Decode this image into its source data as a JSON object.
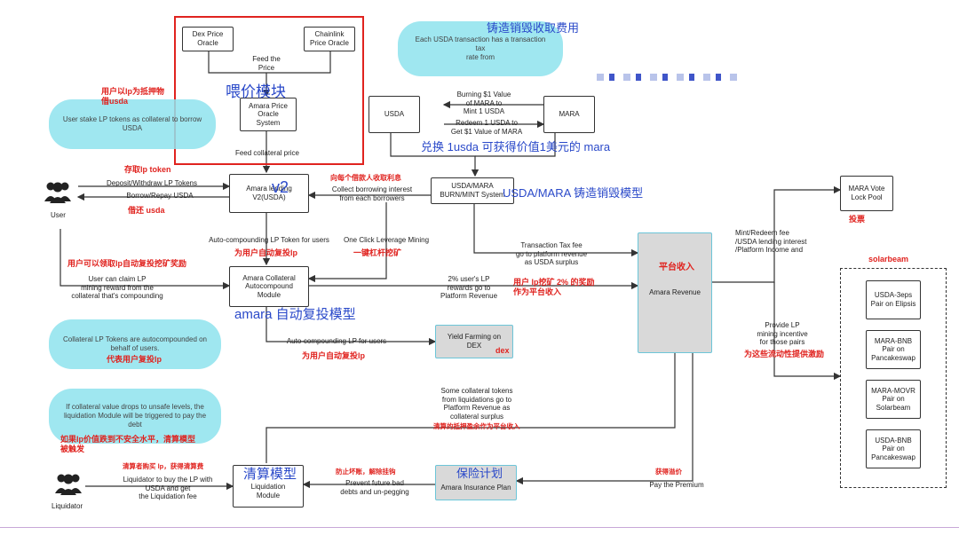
{
  "nodes": {
    "dex_oracle": "Dex Price\nOracle",
    "chainlink_oracle": "Chainlink\nPrice Oracle",
    "amara_oracle": "Amara Price\nOracle\nSystem",
    "usda": "USDA",
    "mara": "MARA",
    "lending": "Amara lending\nV2(USDA)",
    "burn_mint": "USDA/MARA\nBURN/MINT System",
    "mara_vote": "MARA Vote\nLock Pool",
    "autocompound": "Amara Collateral\nAutocompound\nModule",
    "revenue": "Amara Revenue",
    "yield": "Yield Farming on\nDEX",
    "liquidation": "Liquidation\nModule",
    "insurance": "Amara Insurance Plan",
    "pools": [
      "USDA-3eps\nPair on Elipsis",
      "MARA-BNB\nPair on\nPancakeswap",
      "MARA-MOVR\nPair on\nSolarbeam",
      "USDA-BNB\nPair on\nPancakeswap"
    ]
  },
  "bubbles": {
    "tax": "Each USDA transaction has a transaction tax\nrate from",
    "stake": "User stake LP tokens as collateral to borrow\nUSDA",
    "collateral": "Collateral LP Tokens are autocompounded on\nbehalf of users.",
    "liquidation": "If collateral value drops to unsafe levels, the\nliquidation Module will be triggered to pay the\ndebt"
  },
  "labels": {
    "feed_price": "Feed the\nPrice",
    "feed_collateral": "Feed collateral price",
    "burn_value": "Burning $1 Value\nof MARA to\nMint 1 USDA",
    "redeem": "Redeem 1 USDA to\nGet $1 Value of MARA",
    "deposit": "Deposit/Withdraw LP Tokens",
    "borrow": "Borrow/Repay USDA",
    "collect": "Collect borrowing interest\nfrom each borrowers",
    "one_click": "One Click Leverage Mining",
    "auto_lp_users": "Auto-compounding LP Token for users",
    "tx_tax": "Transaction Tax fee\ngo to platform revenue\nas USDA surplus",
    "mint_fee": "Mint/Redeem fee\n/USDA lending interest\n/Platform Income and",
    "claim": "User can claim LP\nmining reward from the\ncollateral that's compounding",
    "two_percent": "2% user's LP\nrewards go to\nPlatform Revenue",
    "auto_lp": "Auto-compounding LP for users",
    "provide_lp": "Provide LP\nmining incentive\nfor those pairs",
    "collateral_surplus": "Some collateral tokens\nfrom liquidations go to\nPlatform Revenue as\ncollateral surplus",
    "liquidator_buy": "Liquidator to buy the LP with\nUSDA and get\nthe Liquidation fee",
    "prevent": "Prevent future bad\ndebts and un-pegging",
    "pay_premium": "Pay the Premium",
    "user": "User",
    "liquidator": "Liquidator"
  },
  "annotations": {
    "red": {
      "lp_collateral": "用户以lp为抵押物\n借usda",
      "deposit_lp": "存取lp token",
      "borrow_usda": "借还 usda",
      "collect_interest": "向每个借款人收取利息",
      "auto_lp": "为用户自动复投lp",
      "one_click": "一键杠杆挖矿",
      "claim": "用户可以领取lp自动复投挖矿奖励",
      "platform_rev": "平台收入",
      "two_percent": "用户 lp挖矿 2% 的奖励\n作为平台收入",
      "vote": "投票",
      "auto_lp2": "为用户自动复投lp",
      "dex": "dex",
      "represent": "代表用户复投lp",
      "incentive": "为这些流动性提供激励",
      "liquidation_trigger": "如果lp价值跌到不安全水平，清算模型\n被触发",
      "collateral_surplus": "清算的抵押盈余作为平台收入",
      "liquidator_fee": "清算者购买 lp，获得清算费",
      "prevent": "防止坏账，解除挂钩",
      "premium": "获得溢价",
      "solarbeam": "solarbeam"
    },
    "blue": {
      "fee_title": "铸造销毁收取费用",
      "oracle_module": "喂价模块",
      "exchange": "兑换 1usda 可获得价值1美元的 mara",
      "model": "USDA/MARA 铸造销毁模型",
      "v2": "v2",
      "autocompound_model": "amara 自动复投模型",
      "liquidation_model": "清算模型",
      "insurance": "保险计划"
    }
  },
  "colors": {
    "bubble": "#8fe3ee",
    "annotation_red": "#e0231f",
    "annotation_blue": "#2a49c9",
    "highlight_box": "#e0231f",
    "gray_box": "#d9d9d9"
  }
}
